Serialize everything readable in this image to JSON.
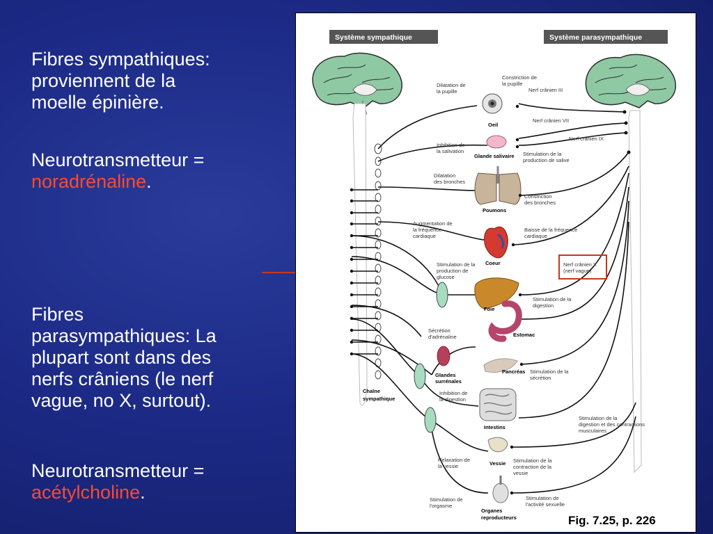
{
  "slide": {
    "sym_title": "Fibres sympathiques:",
    "sym_line2": "proviennent de la",
    "sym_line3": "moelle épinière.",
    "nt1_label": "Neurotransmetteur =",
    "nt1_value": "noradrénaline",
    "nt1_end": ".",
    "para_line1": "Fibres",
    "para_line2": "parasympathiques: La",
    "para_line3": "plupart sont dans des",
    "para_line4": "nerfs crâniens (le nerf",
    "para_line5": "vague, no X, surtout).",
    "nt2_label": "Neurotransmetteur =",
    "nt2_value": "acétylcholine",
    "nt2_end": ".",
    "caption": "Fig. 7.25, p. 226"
  },
  "figure": {
    "header_left": "Système sympathique",
    "header_right": "Système parasympathique",
    "chain_label_1": "Chaîne",
    "chain_label_2": "sympathique",
    "organs": {
      "oeil": "Oeil",
      "glande": "Glande salivaire",
      "poumons": "Poumons",
      "coeur": "Coeur",
      "foie": "Foie",
      "estomac": "Estomac",
      "pancreas": "Pancréas",
      "surrenales_1": "Glandes",
      "surrenales_2": "surrénales",
      "intestins": "Intestins",
      "vessie": "Vessie",
      "organes_1": "Organes",
      "organes_2": "reproducteurs"
    },
    "sym_effects": {
      "pupil_1": "Dilatation de",
      "pupil_2": "la pupille",
      "saliva_1": "Inhibition de",
      "saliva_2": "la salivation",
      "bronch_1": "Dilatation",
      "bronch_2": "des bronches",
      "heart_1": "Augmentation de",
      "heart_2": "la fréquence",
      "heart_3": "cardiaque",
      "glucose_1": "Stimulation de la",
      "glucose_2": "production de",
      "glucose_3": "glucose",
      "adren_1": "Sécrétion",
      "adren_2": "d'adrénaline",
      "digest_1": "Inhibition de",
      "digest_2": "la digestion",
      "bladder_1": "Relaxation de",
      "bladder_2": "la vessie",
      "orgasm_1": "Stimulation de",
      "orgasm_2": "l'orgasme"
    },
    "para_effects": {
      "pupil_1": "Constriction de",
      "pupil_2": "la pupille",
      "nerve3": "Nerf crânien III",
      "nerve7": "Nerf crânien VII",
      "nerve9": "Nerf crânien IX",
      "saliva_1": "Stimulation de la",
      "saliva_2": "production de salive",
      "bronch_1": "Constriction",
      "bronch_2": "des bronches",
      "heart_1": "Baisse de la fréquence",
      "heart_2": "cardiaque",
      "vagus_1": "Nerf crânien X",
      "vagus_2": "(nerf vague)",
      "stomach_1": "Stimulation de la",
      "stomach_2": "digestion",
      "pancreas_1": "Stimulation de la",
      "pancreas_2": "sécrétion",
      "intest_1": "Stimulation de la",
      "intest_2": "digestion et des contractions",
      "intest_3": "musculaires",
      "bladder_1": "Stimulation de la",
      "bladder_2": "contraction de la",
      "bladder_3": "vessie",
      "sexual_1": "Stimulation de",
      "sexual_2": "l'activité sexuelle"
    }
  },
  "colors": {
    "accent_red": "#ff4a2e",
    "bracket": "#c9361a",
    "brain": "#8fc9a4",
    "ganglion": "#a8dcc0"
  }
}
